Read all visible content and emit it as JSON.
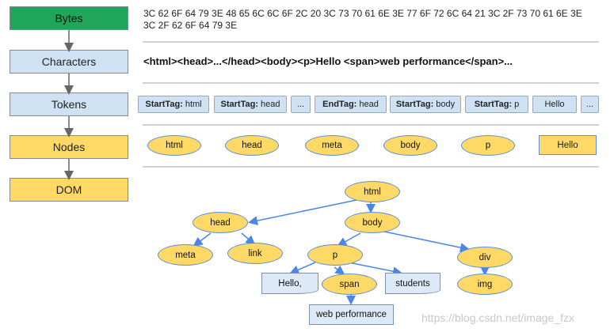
{
  "stages": [
    {
      "label": "Bytes",
      "color": "#1fa65a"
    },
    {
      "label": "Characters",
      "color": "#cfe2f3"
    },
    {
      "label": "Tokens",
      "color": "#cfe2f3"
    },
    {
      "label": "Nodes",
      "color": "#ffd966"
    },
    {
      "label": "DOM",
      "color": "#ffd966"
    }
  ],
  "bytes_text": "3C 62 6F 64 79 3E 48 65 6C 6C 6F 2C 20 3C 73 70 61 6E 3E 77 6F 72 6C 64 21 3C 2F 73 70 61 6E 3E 3C 2F 62 6F 64 79 3E",
  "characters_text": "<html><head>...</head><body><p>Hello <span>web performance</span>...",
  "tokens": [
    {
      "kind": "StartTag:",
      "value": "html"
    },
    {
      "kind": "StartTag:",
      "value": "head"
    },
    {
      "kind": "",
      "value": "..."
    },
    {
      "kind": "EndTag:",
      "value": "head"
    },
    {
      "kind": "StartTag:",
      "value": "body"
    },
    {
      "kind": "StartTag:",
      "value": "p"
    },
    {
      "kind": "",
      "value": "Hello"
    },
    {
      "kind": "",
      "value": "..."
    }
  ],
  "nodes": [
    "html",
    "head",
    "meta",
    "body",
    "p",
    "Hello"
  ],
  "dom": {
    "html": "html",
    "head": "head",
    "body": "body",
    "meta": "meta",
    "link": "link",
    "p": "p",
    "div": "div",
    "hello": "Hello,",
    "span": "span",
    "students": "students",
    "img": "img",
    "web_performance": "web performance"
  },
  "colors": {
    "node_fill": "#ffd966",
    "node_stroke": "#5b8fd6",
    "edge": "#4a86e8",
    "token_fill": "#cfe2f3"
  },
  "watermark": "https://blog.csdn.net/image_fzx"
}
